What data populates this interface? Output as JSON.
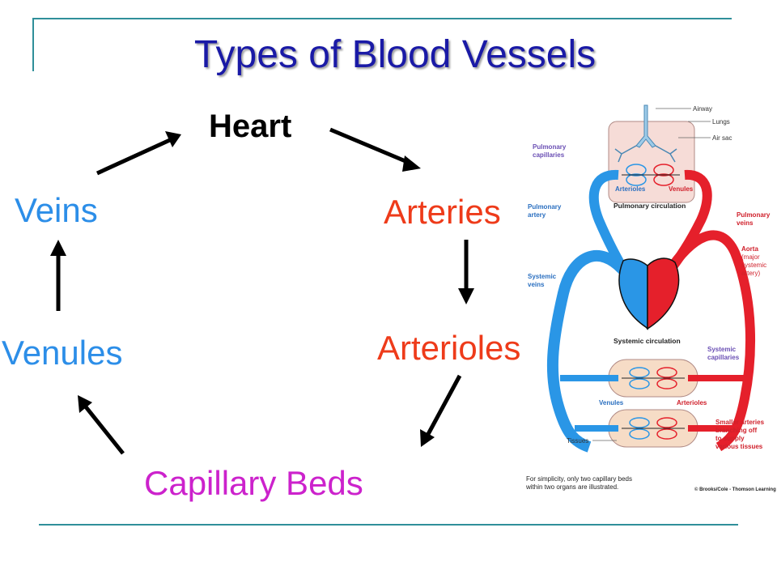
{
  "slide": {
    "title": "Types of Blood Vessels"
  },
  "cycle": {
    "heart": "Heart",
    "arteries": "Arteries",
    "arterioles": "Arterioles",
    "capillary_beds": "Capillary Beds",
    "venules": "Venules",
    "veins": "Veins"
  },
  "colors": {
    "title": "#1a1aa6",
    "heart": "#000000",
    "arterial": "#ee3b1a",
    "capillary": "#cc22cc",
    "venous": "#2c8ee8",
    "frame": "#2f8f9a",
    "figure_red": "#e5202b",
    "figure_blue": "#2a96e6"
  },
  "figure": {
    "labels": {
      "airway": "Airway",
      "lungs": "Lungs",
      "air_sac": "Air sac",
      "pulmonary_capillaries_1": "Pulmonary",
      "pulmonary_capillaries_2": "capillaries",
      "arterioles_top": "Arterioles",
      "venules_top": "Venules",
      "pulmonary_circulation": "Pulmonary circulation",
      "pulmonary_artery_1": "Pulmonary",
      "pulmonary_artery_2": "artery",
      "pulmonary_veins_1": "Pulmonary",
      "pulmonary_veins_2": "veins",
      "aorta_1": "Aorta",
      "aorta_2": "(major",
      "aorta_3": "systemic",
      "aorta_4": "artery)",
      "systemic_veins_1": "Systemic",
      "systemic_veins_2": "veins",
      "systemic_circulation": "Systemic circulation",
      "systemic_capillaries_1": "Systemic",
      "systemic_capillaries_2": "capillaries",
      "venules_bottom": "Venules",
      "arterioles_bottom": "Arterioles",
      "smaller_arteries_1": "Smaller arteries",
      "smaller_arteries_2": "branching off",
      "smaller_arteries_3": "to supply",
      "smaller_arteries_4": "various tissues",
      "tissues": "Tissues",
      "caption_1": "For simplicity, only two capillary beds",
      "caption_2": "within two organs are illustrated.",
      "copyright": "© Brooks/Cole - Thomson Learning"
    }
  }
}
